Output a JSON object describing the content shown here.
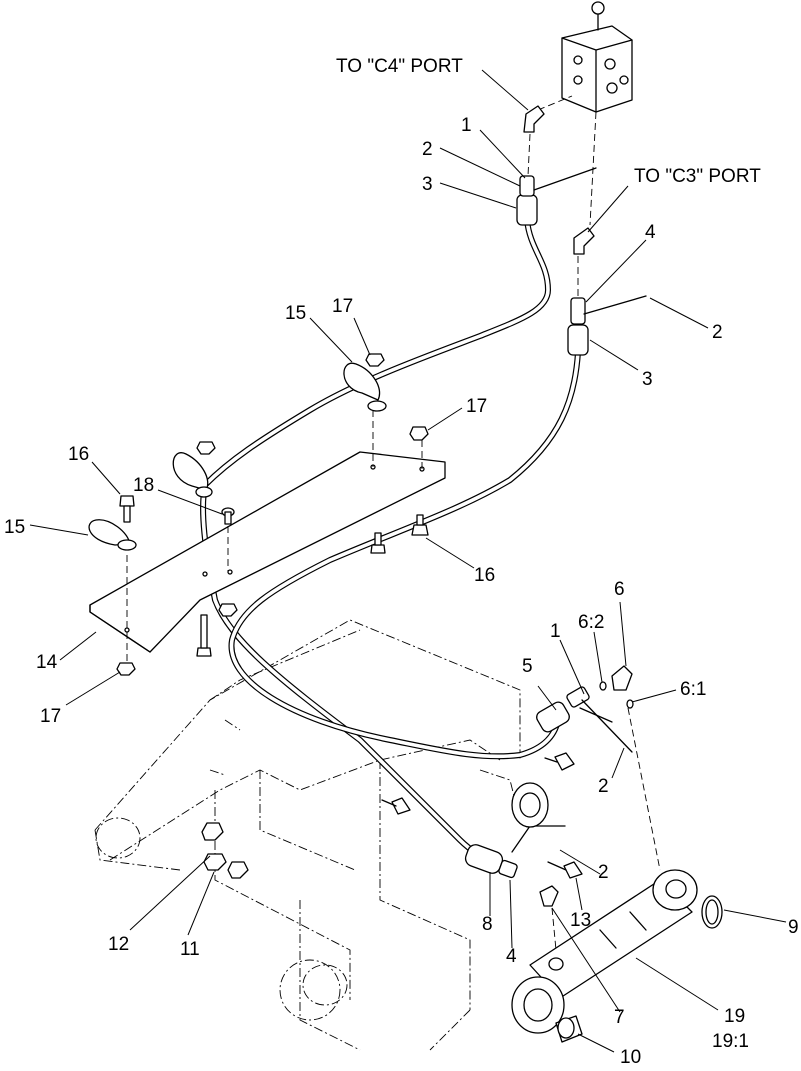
{
  "callouts": {
    "c4_port": "TO \"C4\" PORT",
    "c3_port": "TO \"C3\" PORT",
    "n1_top": "1",
    "n2_top": "2",
    "n3_top": "3",
    "n4_top": "4",
    "n2_right": "2",
    "n3_right": "3",
    "n15_top": "15",
    "n17_top": "17",
    "n17_mid": "17",
    "n16_left": "16",
    "n18": "18",
    "n15_left": "15",
    "n16_right": "16",
    "n14": "14",
    "n17_bottom": "17",
    "n6": "6",
    "n6_2": "6:2",
    "n1_mid": "1",
    "n5": "5",
    "n6_1": "6:1",
    "n2_mid": "2",
    "n2_low": "2",
    "n12": "12",
    "n11": "11",
    "n8": "8",
    "n4_bottom": "4",
    "n13": "13",
    "n9": "9",
    "n19": "19",
    "n19_1": "19:1",
    "n7": "7",
    "n10": "10"
  }
}
